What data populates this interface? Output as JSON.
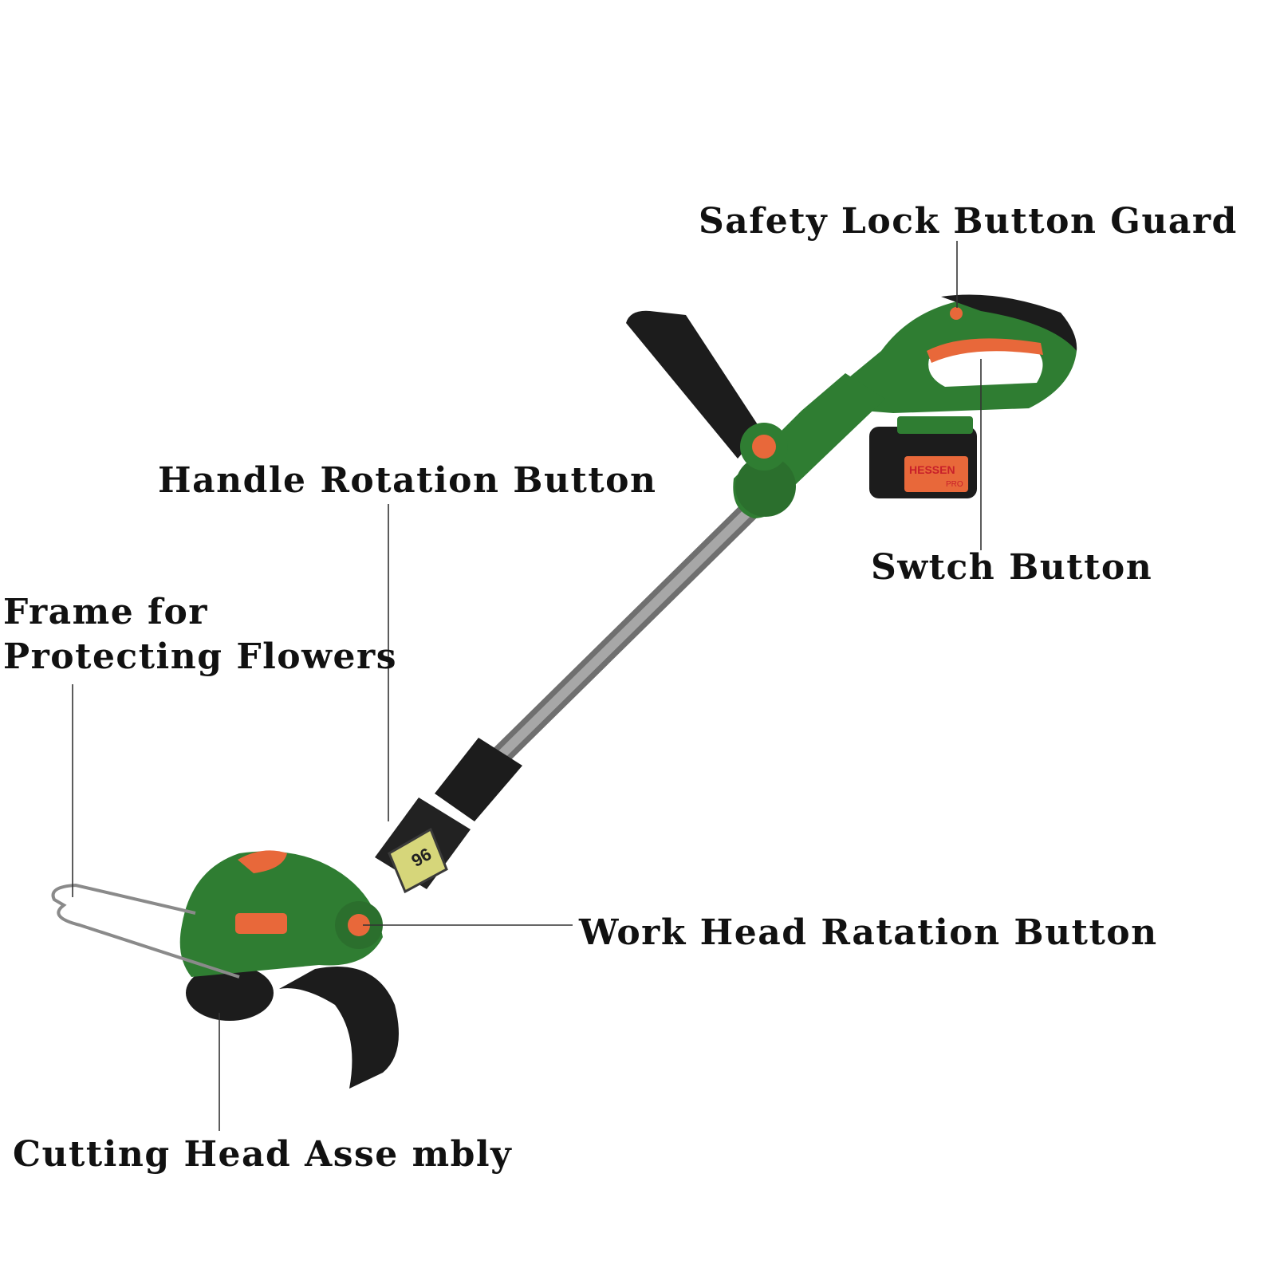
{
  "labels": {
    "safety_lock": "Safety Lock Button Guard",
    "handle_rotation": "Handle Rotation Button",
    "switch_button": "Swtch Button",
    "frame_line1": "Frame for",
    "frame_line2": "Protecting Flowers",
    "work_head": "Work Head Ratation Button",
    "cutting_head": "Cutting Head Asse mbly"
  },
  "product": {
    "battery_brand": "HESSEN",
    "battery_brand_sub": "PRO",
    "display_reading": "96"
  },
  "colors": {
    "body_green": "#2f7d32",
    "accent_orange": "#e8683a",
    "black": "#1c1c1c",
    "shaft_grey": "#8e8e8e"
  }
}
